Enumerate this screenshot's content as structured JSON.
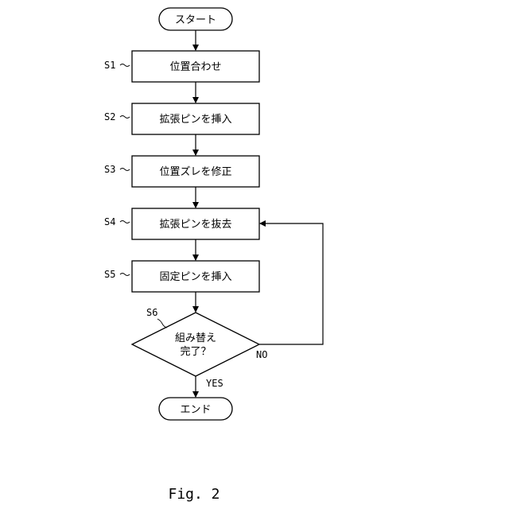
{
  "flowchart": {
    "start": {
      "label": "スタート"
    },
    "steps": [
      {
        "id": "S1",
        "label": "位置合わせ"
      },
      {
        "id": "S2",
        "label": "拡張ピンを挿入"
      },
      {
        "id": "S3",
        "label": "位置ズレを修正"
      },
      {
        "id": "S4",
        "label": "拡張ピンを抜去"
      },
      {
        "id": "S5",
        "label": "固定ピンを挿入"
      }
    ],
    "decision": {
      "id": "S6",
      "label_line1": "組み替え",
      "label_line2": "完了？",
      "yes_label": "YES",
      "no_label": "NO"
    },
    "end": {
      "label": "エンド"
    }
  },
  "caption": "Fig. 2"
}
